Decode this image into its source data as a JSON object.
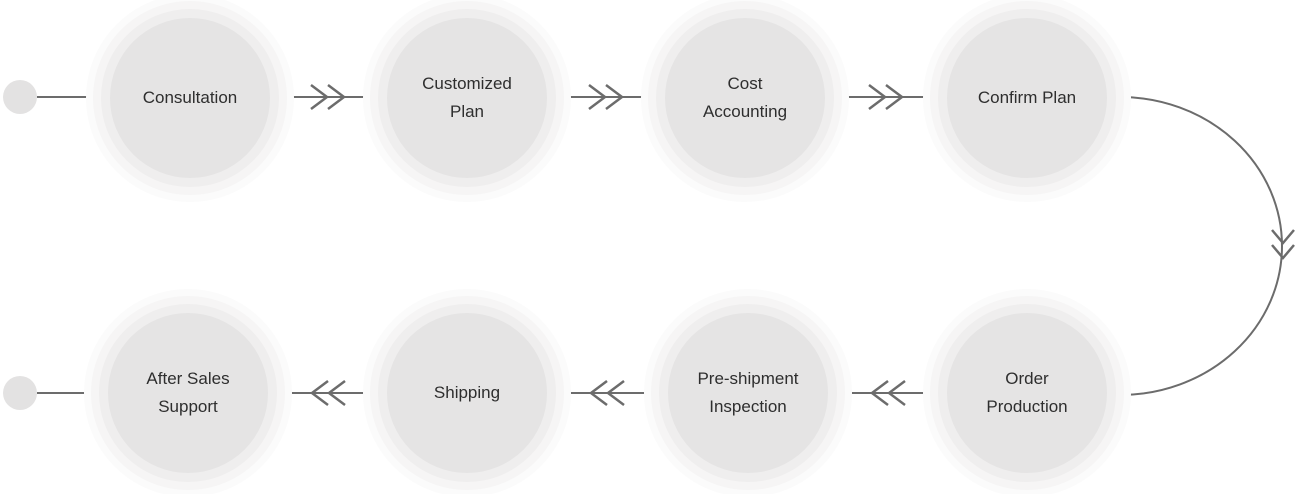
{
  "diagram": {
    "title": "order-process-flow",
    "steps": [
      {
        "label": "Consultation"
      },
      {
        "label": "Customized Plan"
      },
      {
        "label": "Cost Accounting"
      },
      {
        "label": "Confirm Plan"
      },
      {
        "label": "Order Production"
      },
      {
        "label": "Pre-shipment Inspection"
      },
      {
        "label": "Shipping"
      },
      {
        "label": "After Sales Support"
      }
    ],
    "flow_order": [
      "Consultation",
      "Customized Plan",
      "Cost Accounting",
      "Confirm Plan",
      "Order Production",
      "Pre-shipment Inspection",
      "Shipping",
      "After Sales Support"
    ],
    "icons": [
      "start-dot",
      "double-chevron-right-icon",
      "double-chevron-down-icon",
      "double-chevron-left-icon"
    ],
    "colors": {
      "line": "#6c6c6c",
      "node_fill": "#e5e4e4",
      "halo_inner": "#efeeee",
      "halo_outer": "#f6f5f5",
      "start_dot": "#e3e2e2",
      "text": "#2e2e2e",
      "background": "#ffffff"
    }
  }
}
